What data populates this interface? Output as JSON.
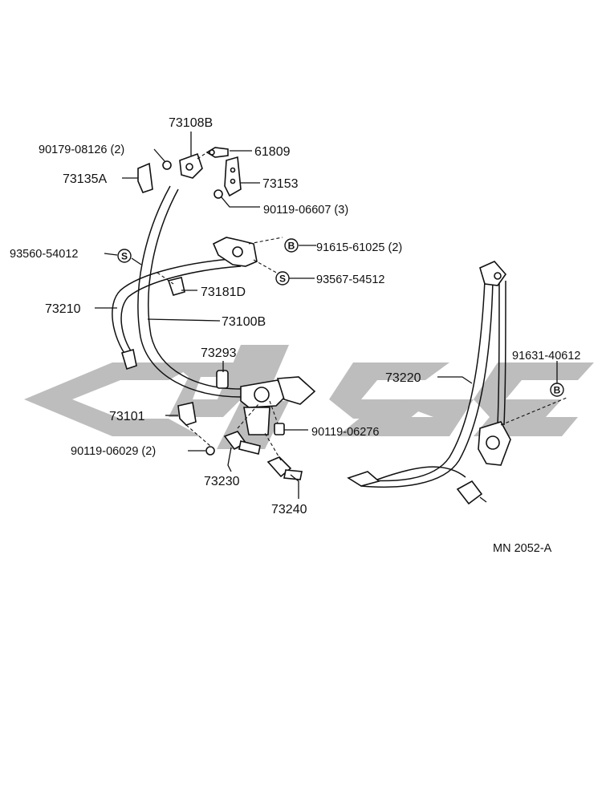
{
  "watermark": {
    "color": "#bdbdbd"
  },
  "callouts": {
    "p73108B": "73108B",
    "p90179": "90179-08126 (2)",
    "p61809": "61809",
    "p73135A": "73135A",
    "p73153": "73153",
    "p90119_06607": "90119-06607 (3)",
    "p93560": "93560-54012",
    "p91615": "91615-61025 (2)",
    "p93567": "93567-54512",
    "p73181D": "73181D",
    "p73210": "73210",
    "p73100B": "73100B",
    "p73293": "73293",
    "p73101": "73101",
    "p90119_06276": "90119-06276",
    "p90119_06029": "90119-06029 (2)",
    "p73230": "73230",
    "p73240": "73240",
    "p73220": "73220",
    "p91631": "91631-40612"
  },
  "symbols": {
    "s": "S",
    "b": "B"
  },
  "footer": {
    "code": "MN 2052-A"
  }
}
